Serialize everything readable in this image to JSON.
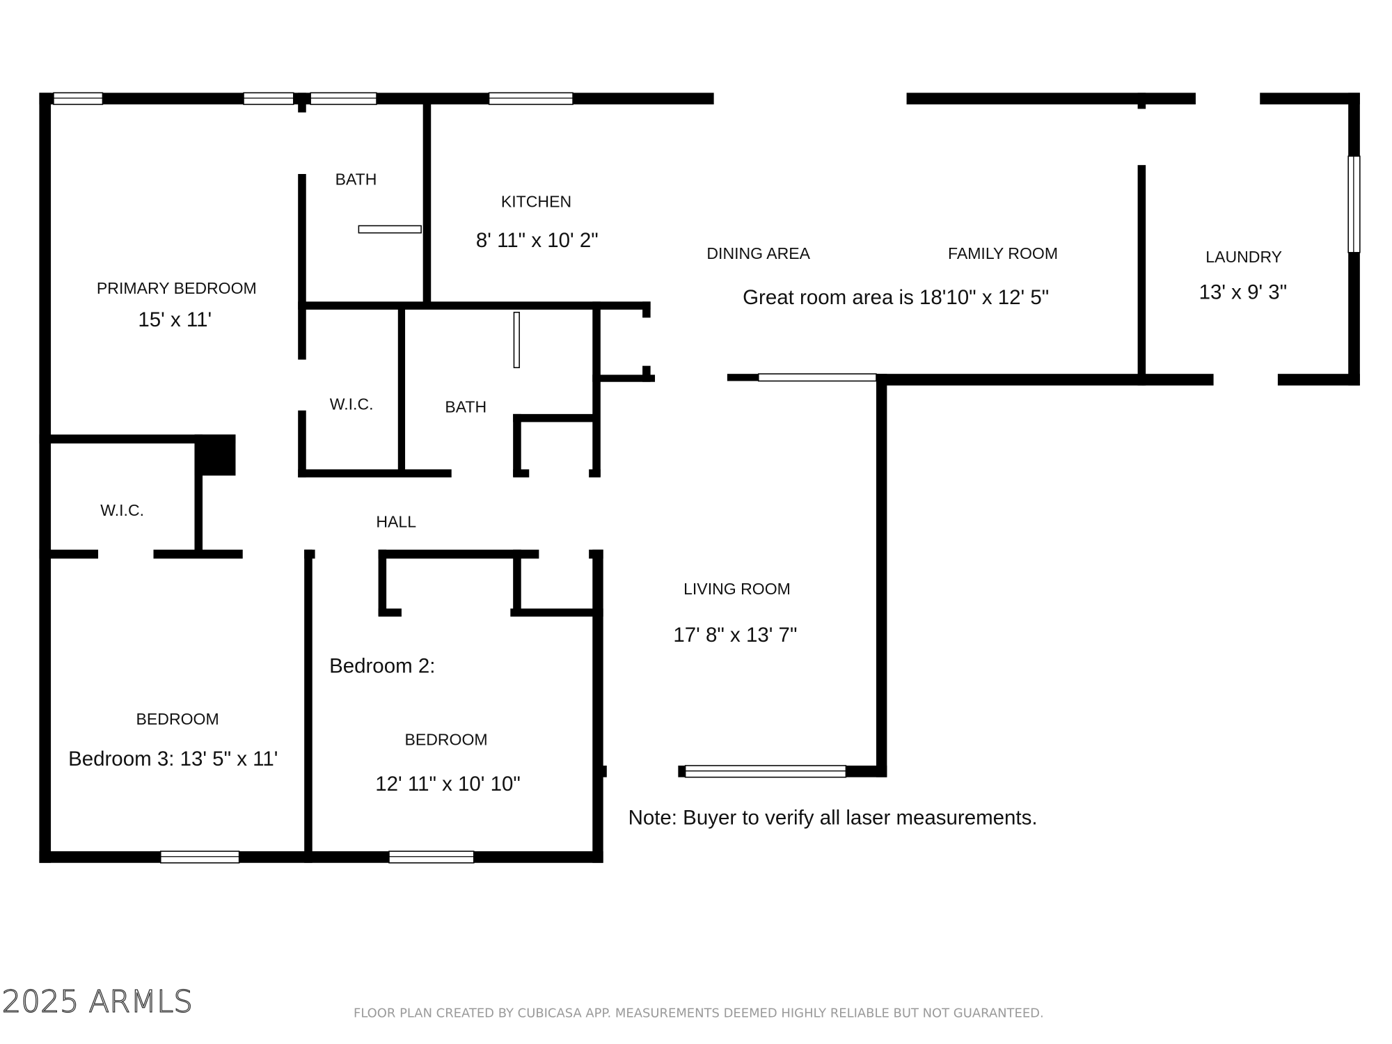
{
  "floor_plan": {
    "rooms": [
      {
        "id": "primary-bedroom",
        "name": "PRIMARY BEDROOM",
        "dimensions": "15' x 11'"
      },
      {
        "id": "bath-1",
        "name": "BATH",
        "dimensions": ""
      },
      {
        "id": "kitchen",
        "name": "KITCHEN",
        "dimensions": "8' 11\" x 10' 2\""
      },
      {
        "id": "dining-area",
        "name": "DINING AREA",
        "dimensions": ""
      },
      {
        "id": "family-room",
        "name": "FAMILY ROOM",
        "dimensions": ""
      },
      {
        "id": "great-room",
        "name": "",
        "dimensions": "Great room area is 18'10\" x 12' 5\""
      },
      {
        "id": "laundry",
        "name": "LAUNDRY",
        "dimensions": "13' x 9' 3\""
      },
      {
        "id": "wic-1",
        "name": "W.I.C.",
        "dimensions": ""
      },
      {
        "id": "bath-2",
        "name": "BATH",
        "dimensions": ""
      },
      {
        "id": "wic-2",
        "name": "W.I.C.",
        "dimensions": ""
      },
      {
        "id": "hall",
        "name": "HALL",
        "dimensions": ""
      },
      {
        "id": "living-room",
        "name": "LIVING ROOM",
        "dimensions": "17' 8\" x 13' 7\""
      },
      {
        "id": "bedroom-3",
        "name": "BEDROOM",
        "dimensions": "Bedroom 3: 13' 5\" x 11'"
      },
      {
        "id": "bedroom-2",
        "name": "BEDROOM",
        "label": "Bedroom 2:",
        "dimensions": "12' 11\" x 10' 10\""
      }
    ],
    "note": "Note:  Buyer to verify all laser measurements.",
    "footer": "FLOOR PLAN CREATED BY CUBICASA APP. MEASUREMENTS DEEMED HIGHLY RELIABLE BUT NOT GUARANTEED.",
    "watermark": "2025 ARMLS"
  }
}
